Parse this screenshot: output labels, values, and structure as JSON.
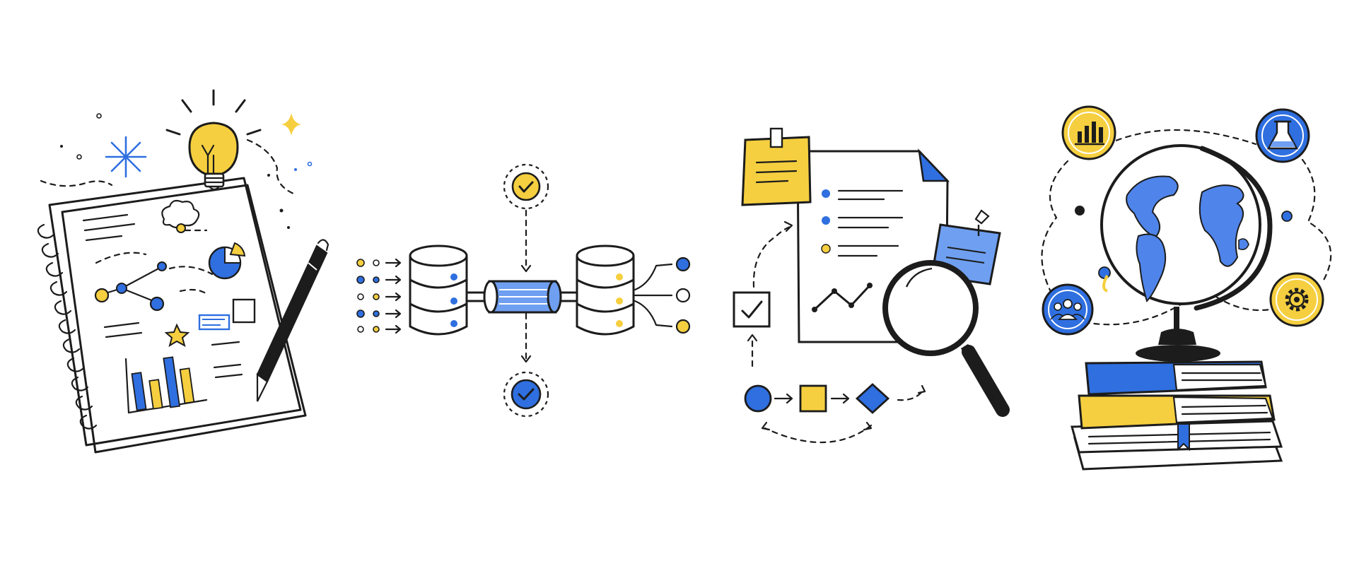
{
  "palette": {
    "blue": "#2f6fe0",
    "blue_light": "#6f9ff0",
    "yellow": "#f5cf3f",
    "ink": "#1c1c1c",
    "paper": "#ffffff"
  },
  "panels": [
    {
      "id": "notebook",
      "icons": [
        "lightbulb-icon",
        "pen-icon",
        "bar-chart-icon",
        "pie-chart-icon",
        "star-icon"
      ]
    },
    {
      "id": "data-pipeline",
      "icons": [
        "database-icon",
        "pipe-icon",
        "check-circle-icon"
      ]
    },
    {
      "id": "document-review",
      "icons": [
        "sticky-note-icon",
        "document-icon",
        "magnifier-icon",
        "checkbox-icon",
        "flowchart-icon"
      ]
    },
    {
      "id": "research-globe",
      "icons": [
        "globe-icon",
        "books-icon",
        "bar-chart-icon",
        "flask-icon",
        "people-icon",
        "gear-icon"
      ]
    }
  ]
}
